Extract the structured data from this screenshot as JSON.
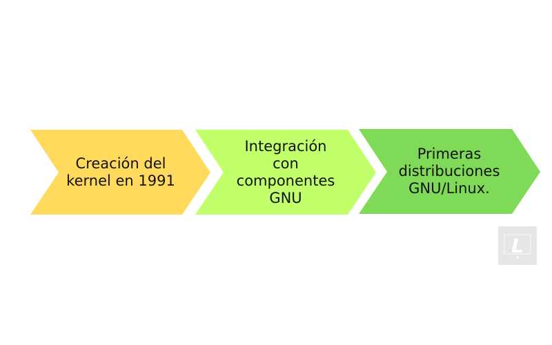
{
  "steps": [
    {
      "label": "Creación del\nkernel en 1991",
      "color": "#FFDA5C"
    },
    {
      "label": "Integración\ncon\ncomponentes\nGNU",
      "color": "#C1FF6B"
    },
    {
      "label": "Primeras\ndistribuciones\nGNU/Linux.",
      "color": "#7FDA58"
    }
  ],
  "watermark": {
    "text": "L"
  }
}
